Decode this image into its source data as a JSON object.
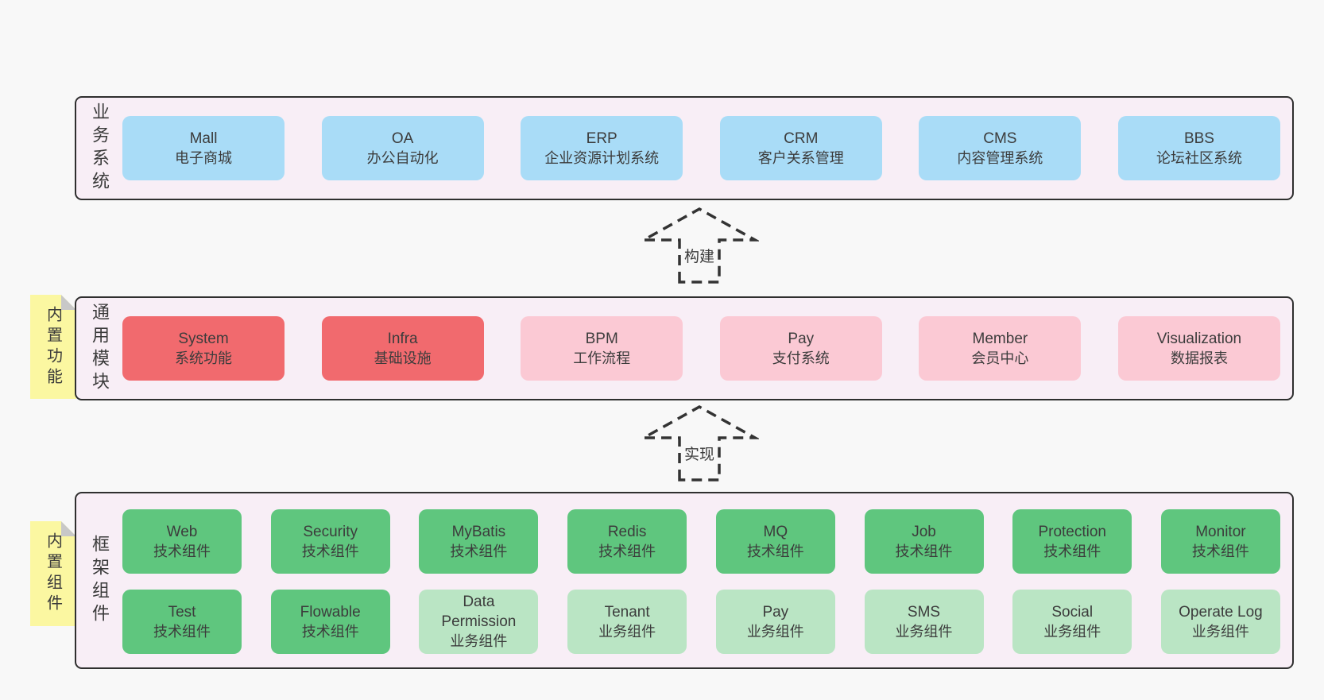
{
  "palette": {
    "page_bg": "#f8f8f8",
    "panel_bg": "#f8eef6",
    "panel_border": "#2f2f2f",
    "blue_box": "#a9dcf7",
    "red_box": "#f16a6e",
    "pink_box": "#fbc9d4",
    "green_box": "#5fc67e",
    "light_green_box": "#bae5c4",
    "tab_yellow": "#fbf7a1",
    "fold_gray": "#c8c8c8",
    "text": "#3c3c3c"
  },
  "layers": {
    "business": {
      "label": "业务系统",
      "boxes": [
        {
          "name": "Mall",
          "desc": "电子商城"
        },
        {
          "name": "OA",
          "desc": "办公自动化"
        },
        {
          "name": "ERP",
          "desc": "企业资源计划系统"
        },
        {
          "name": "CRM",
          "desc": "客户关系管理"
        },
        {
          "name": "CMS",
          "desc": "内容管理系统"
        },
        {
          "name": "BBS",
          "desc": "论坛社区系统"
        }
      ]
    },
    "modules": {
      "label": "通用模块",
      "tab": "内置功能",
      "boxes": [
        {
          "name": "System",
          "desc": "系统功能"
        },
        {
          "name": "Infra",
          "desc": "基础设施"
        },
        {
          "name": "BPM",
          "desc": "工作流程"
        },
        {
          "name": "Pay",
          "desc": "支付系统"
        },
        {
          "name": "Member",
          "desc": "会员中心"
        },
        {
          "name": "Visualization",
          "desc": "数据报表"
        }
      ]
    },
    "components": {
      "label": "框架组件",
      "tab": "内置组件",
      "row1": [
        {
          "name": "Web",
          "desc": "技术组件"
        },
        {
          "name": "Security",
          "desc": "技术组件"
        },
        {
          "name": "MyBatis",
          "desc": "技术组件"
        },
        {
          "name": "Redis",
          "desc": "技术组件"
        },
        {
          "name": "MQ",
          "desc": "技术组件"
        },
        {
          "name": "Job",
          "desc": "技术组件"
        },
        {
          "name": "Protection",
          "desc": "技术组件"
        },
        {
          "name": "Monitor",
          "desc": "技术组件"
        }
      ],
      "row2": [
        {
          "name": "Test",
          "desc": "技术组件"
        },
        {
          "name": "Flowable",
          "desc": "技术组件"
        },
        {
          "name": "Data Permission",
          "desc": "业务组件"
        },
        {
          "name": "Tenant",
          "desc": "业务组件"
        },
        {
          "name": "Pay",
          "desc": "业务组件"
        },
        {
          "name": "SMS",
          "desc": "业务组件"
        },
        {
          "name": "Social",
          "desc": "业务组件"
        },
        {
          "name": "Operate Log",
          "desc": "业务组件"
        }
      ]
    }
  },
  "arrows": [
    {
      "label": "构建"
    },
    {
      "label": "实现"
    }
  ]
}
